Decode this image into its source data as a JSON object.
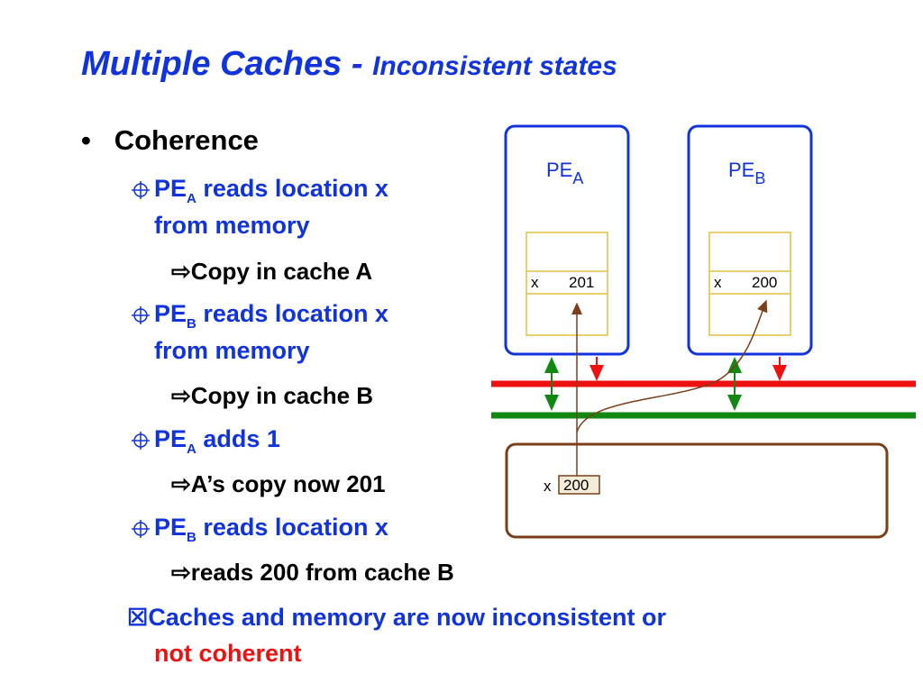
{
  "title": {
    "main": "Multiple Caches - ",
    "sub": "Inconsistent states"
  },
  "bullets": {
    "level1": {
      "text": "Coherence",
      "bullet": "•"
    },
    "items": [
      {
        "pre": "PE",
        "sub": "A",
        "post": " reads location x",
        "line2": "from memory"
      },
      {
        "arrow": "⇨",
        "text": "Copy in cache A"
      },
      {
        "pre": "PE",
        "sub": "B",
        "post": " reads location x",
        "line2": "from memory"
      },
      {
        "arrow": "⇨",
        "text": "Copy in cache B"
      },
      {
        "pre": "PE",
        "sub": "A",
        "post": " adds 1"
      },
      {
        "arrow": "⇨",
        "text": "A’s copy now 201"
      },
      {
        "pre": "PE",
        "sub": "B",
        "post": " reads location x"
      },
      {
        "arrow": "⇨",
        "text": "reads 200 from cache B"
      },
      {
        "box_glyph": "☒",
        "text": "Caches and memory are now inconsistent or",
        "line2": "not coherent"
      }
    ]
  },
  "diagram": {
    "pe_a": {
      "label": "PE",
      "sub": "A",
      "cache_var": "x",
      "cache_value": "201"
    },
    "pe_b": {
      "label": "PE",
      "sub": "B",
      "cache_var": "x",
      "cache_value": "200"
    },
    "memory": {
      "var": "x",
      "value": "200"
    },
    "colors": {
      "blue": "#1133dd",
      "red": "#ee1111",
      "green": "#118811",
      "brown": "#7a3f1a",
      "gold": "#e0c040"
    }
  }
}
